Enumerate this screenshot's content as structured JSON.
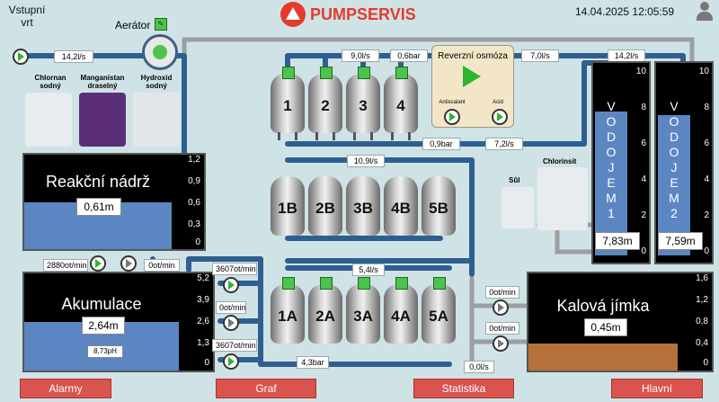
{
  "header": {
    "well_label_line1": "Vstupní",
    "well_label_line2": "vrt",
    "logo_text": "PUMPSERVIS",
    "datetime": "14.04.2025 12:05:59",
    "aerator_label": "Aerátor"
  },
  "chemicals": {
    "c1": "Chlornan sodný",
    "c2": "Manganistan draselný",
    "c3": "Hydroxid sodný",
    "salt": "Sůl",
    "chlorinsit": "Chlorinsit"
  },
  "flows": {
    "inlet": "14,2l/s",
    "top1": "9,0l/s",
    "top2": "0,6bar",
    "top3": "7,0l/s",
    "top4": "14,2l/s",
    "mid_bar": "0,9bar",
    "mid_flow": "7,2l/s",
    "b_flow": "10,9l/s",
    "a_flow": "5,4l/s",
    "bottom_bar": "4,3bar",
    "sludge_flow": "0,0l/s"
  },
  "ro": {
    "title": "Reverzní osmóza",
    "antiscalant": "Antiscalant",
    "acid": "Acid"
  },
  "tanks_row1": [
    "1",
    "2",
    "3",
    "4"
  ],
  "tanks_rowB": [
    "1B",
    "2B",
    "3B",
    "4B",
    "5B"
  ],
  "tanks_rowA": [
    "1A",
    "2A",
    "3A",
    "4A",
    "5A"
  ],
  "reaction": {
    "title": "Reakční nádrž",
    "value": "0,61m",
    "scale": [
      "1,2",
      "0,9",
      "0,6",
      "0,3",
      "0"
    ],
    "level_fraction": 0.5
  },
  "accum": {
    "title": "Akumulace",
    "value": "2,64m",
    "ph": "8,73pH",
    "scale": [
      "5,2",
      "3,9",
      "2,6",
      "1,3",
      "0"
    ],
    "level_fraction": 0.5,
    "pump1": "2880ot/min",
    "pump2": "0ot/min",
    "p_right1": "3607ot/min",
    "p_right2": "0ot/min",
    "p_right3": "3607ot/min"
  },
  "vodojem1": {
    "letters": [
      "V",
      "O",
      "D",
      "O",
      "J",
      "E",
      "M",
      "1"
    ],
    "value": "7,83m",
    "scale": [
      "10",
      "8",
      "6",
      "4",
      "2",
      "0"
    ],
    "level_fraction": 0.78
  },
  "vodojem2": {
    "letters": [
      "V",
      "O",
      "D",
      "O",
      "J",
      "E",
      "M",
      "2"
    ],
    "value": "7,59m",
    "scale": [
      "10",
      "8",
      "6",
      "4",
      "2",
      "0"
    ],
    "level_fraction": 0.76
  },
  "sludge": {
    "title": "Kalová jímka",
    "value": "0,45m",
    "scale": [
      "1,6",
      "1,2",
      "0,8",
      "0,4",
      "0"
    ],
    "level_fraction": 0.28,
    "pump1": "0ot/min",
    "pump2": "0ot/min"
  },
  "nav": {
    "alarms": "Alarmy",
    "graph": "Graf",
    "stats": "Statistika",
    "main": "Hlavní"
  },
  "colors": {
    "water": "#5b86c1",
    "sludge": "#b4713a",
    "alarm": "#d9534f"
  }
}
